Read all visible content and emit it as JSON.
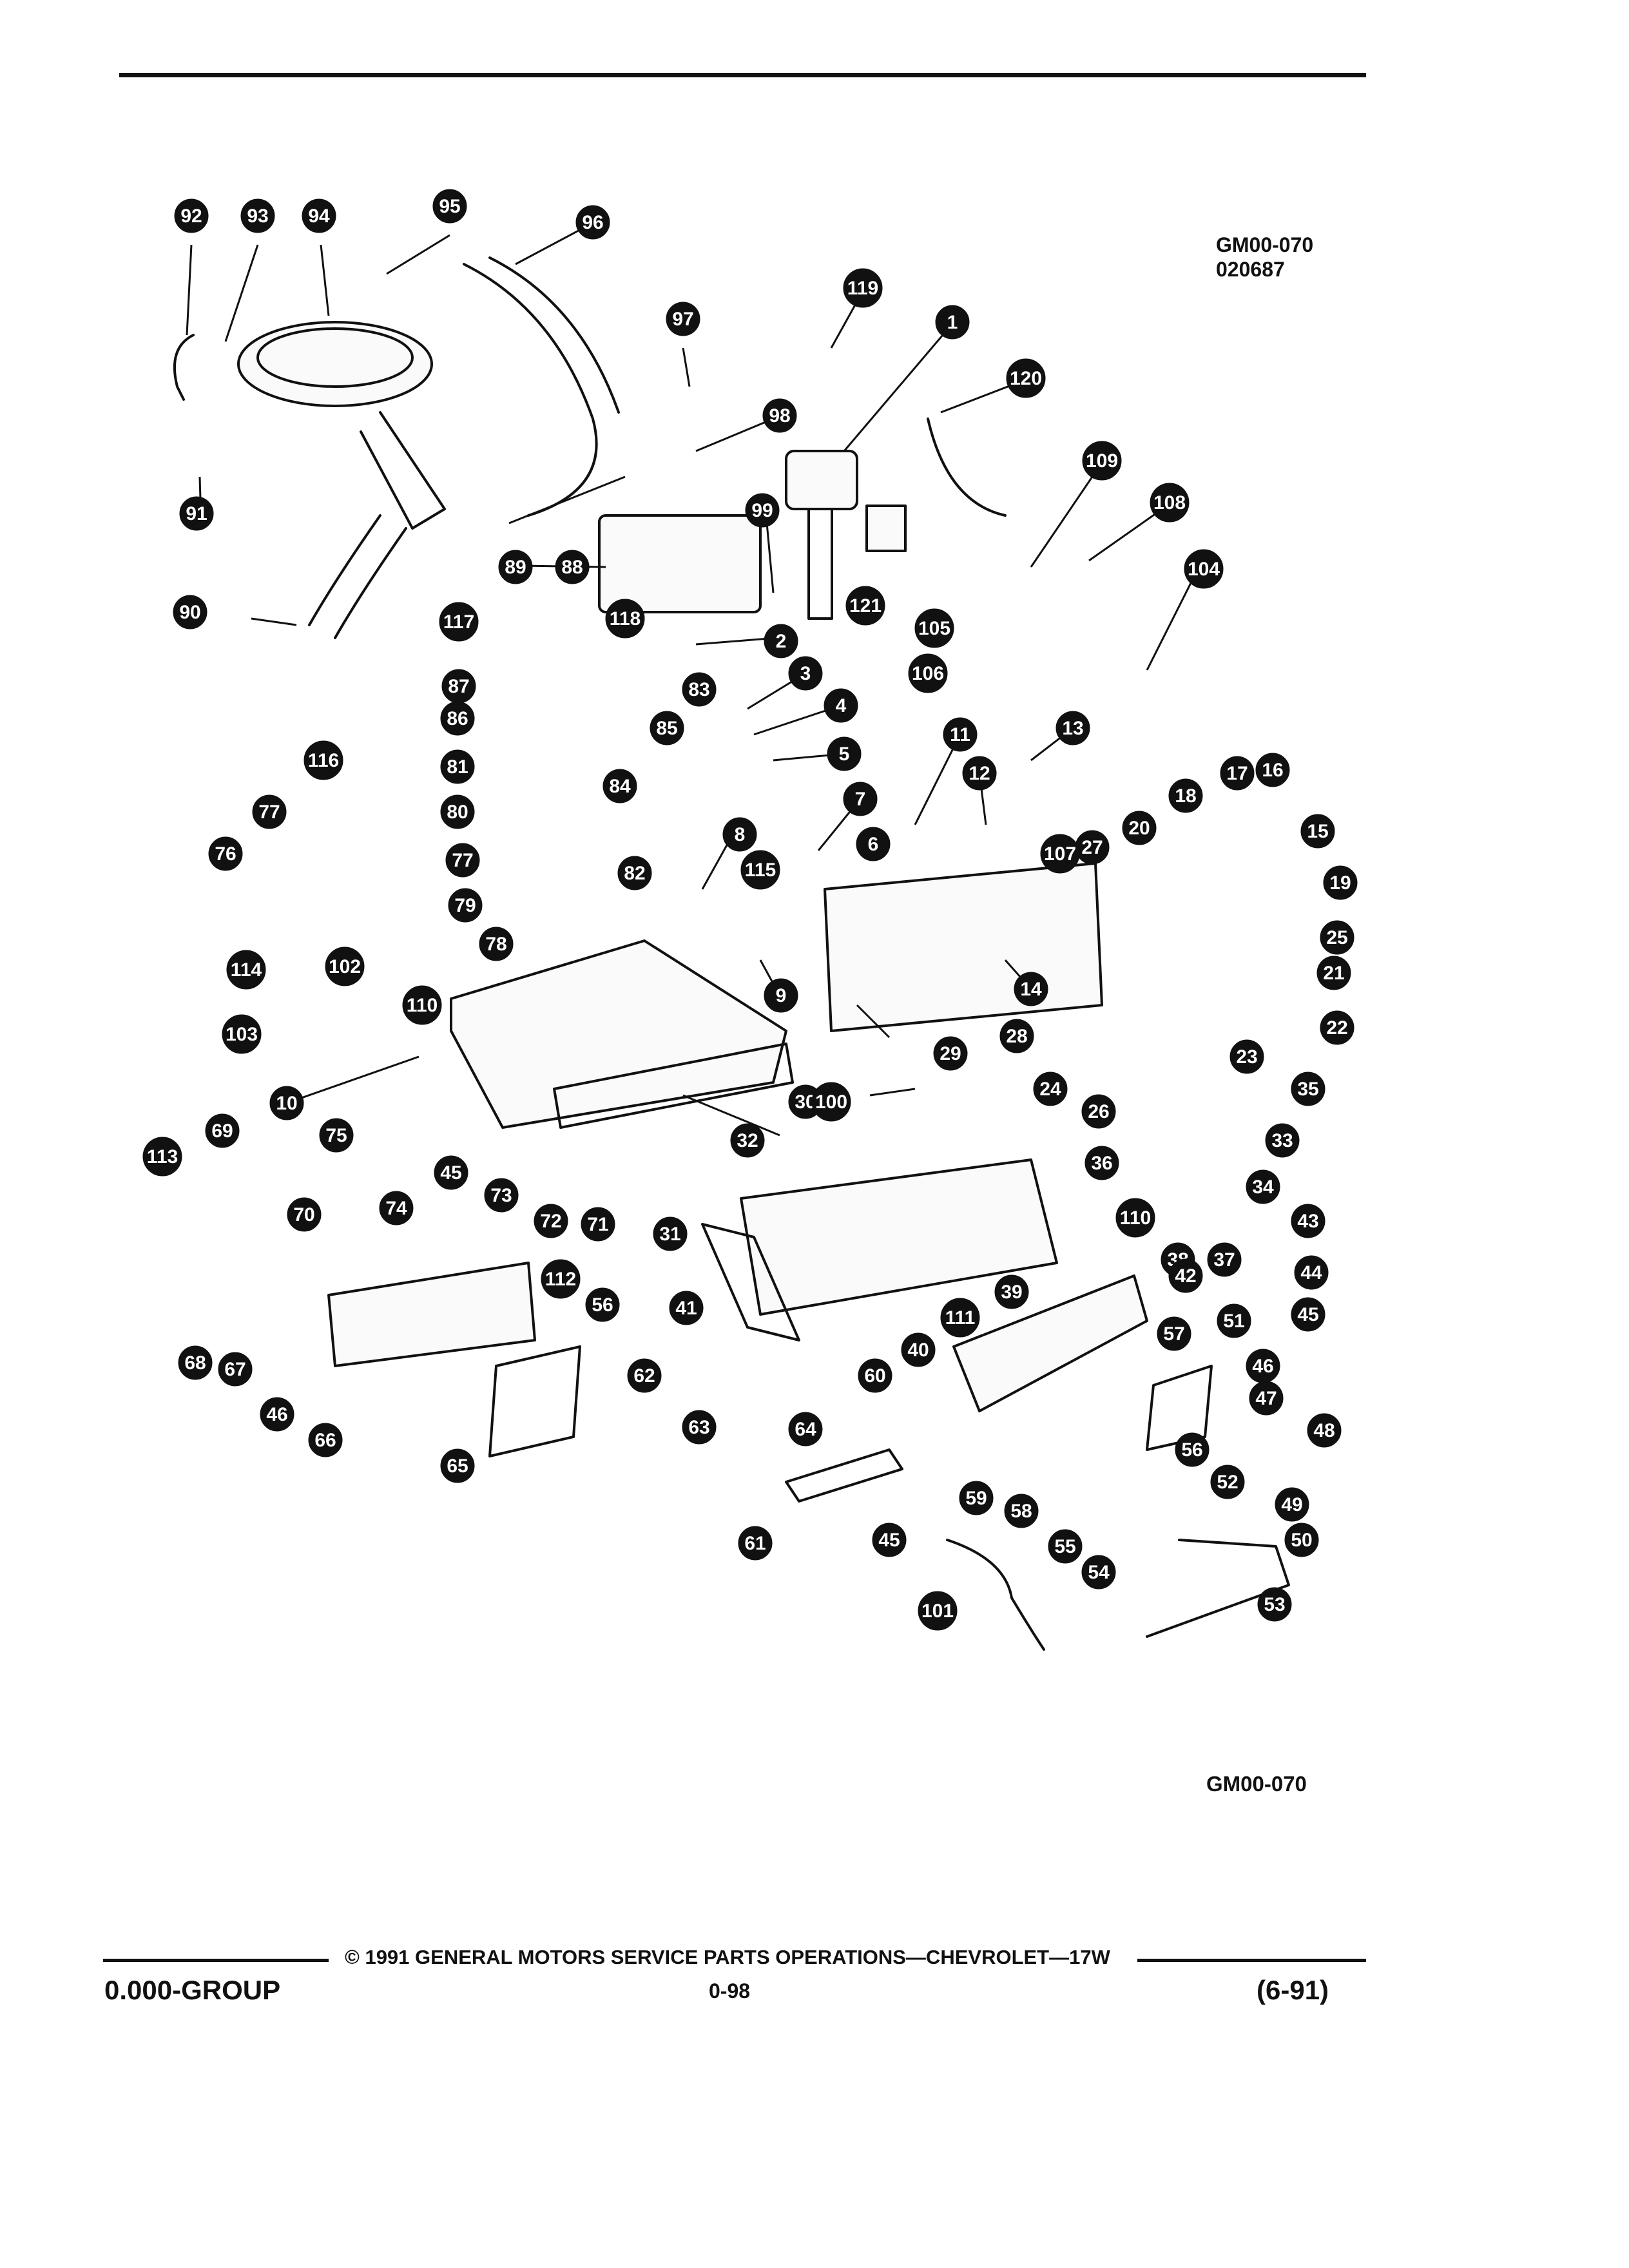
{
  "header": {
    "code_line1": "GM00-070",
    "code_line2": "020687"
  },
  "figure_caption": "GM00-070",
  "footer": {
    "copyright": "© 1991 GENERAL MOTORS SERVICE PARTS OPERATIONS—CHEVROLET—17W",
    "group": "0.000-GROUP",
    "page_number": "0-98",
    "date": "(6-91)"
  },
  "callouts": [
    "1",
    "2",
    "3",
    "4",
    "5",
    "6",
    "7",
    "8",
    "9",
    "10",
    "11",
    "12",
    "13",
    "14",
    "15",
    "16",
    "17",
    "18",
    "19",
    "20",
    "21",
    "22",
    "23",
    "24",
    "25",
    "26",
    "27",
    "28",
    "29",
    "30",
    "31",
    "32",
    "33",
    "34",
    "35",
    "36",
    "37",
    "38",
    "39",
    "40",
    "41",
    "42",
    "43",
    "44",
    "45",
    "45",
    "45",
    "46",
    "46",
    "47",
    "48",
    "49",
    "50",
    "51",
    "52",
    "53",
    "54",
    "55",
    "56",
    "56",
    "57",
    "58",
    "59",
    "60",
    "61",
    "62",
    "63",
    "64",
    "65",
    "66",
    "67",
    "68",
    "69",
    "70",
    "71",
    "72",
    "73",
    "74",
    "75",
    "76",
    "77",
    "77",
    "78",
    "79",
    "80",
    "81",
    "82",
    "83",
    "84",
    "85",
    "86",
    "87",
    "88",
    "89",
    "90",
    "91",
    "92",
    "93",
    "94",
    "95",
    "96",
    "97",
    "98",
    "99",
    "100",
    "101",
    "102",
    "103",
    "104",
    "105",
    "106",
    "107",
    "108",
    "109",
    "110",
    "110",
    "111",
    "112",
    "113",
    "114",
    "115",
    "116",
    "117",
    "118",
    "119",
    "120",
    "121"
  ]
}
